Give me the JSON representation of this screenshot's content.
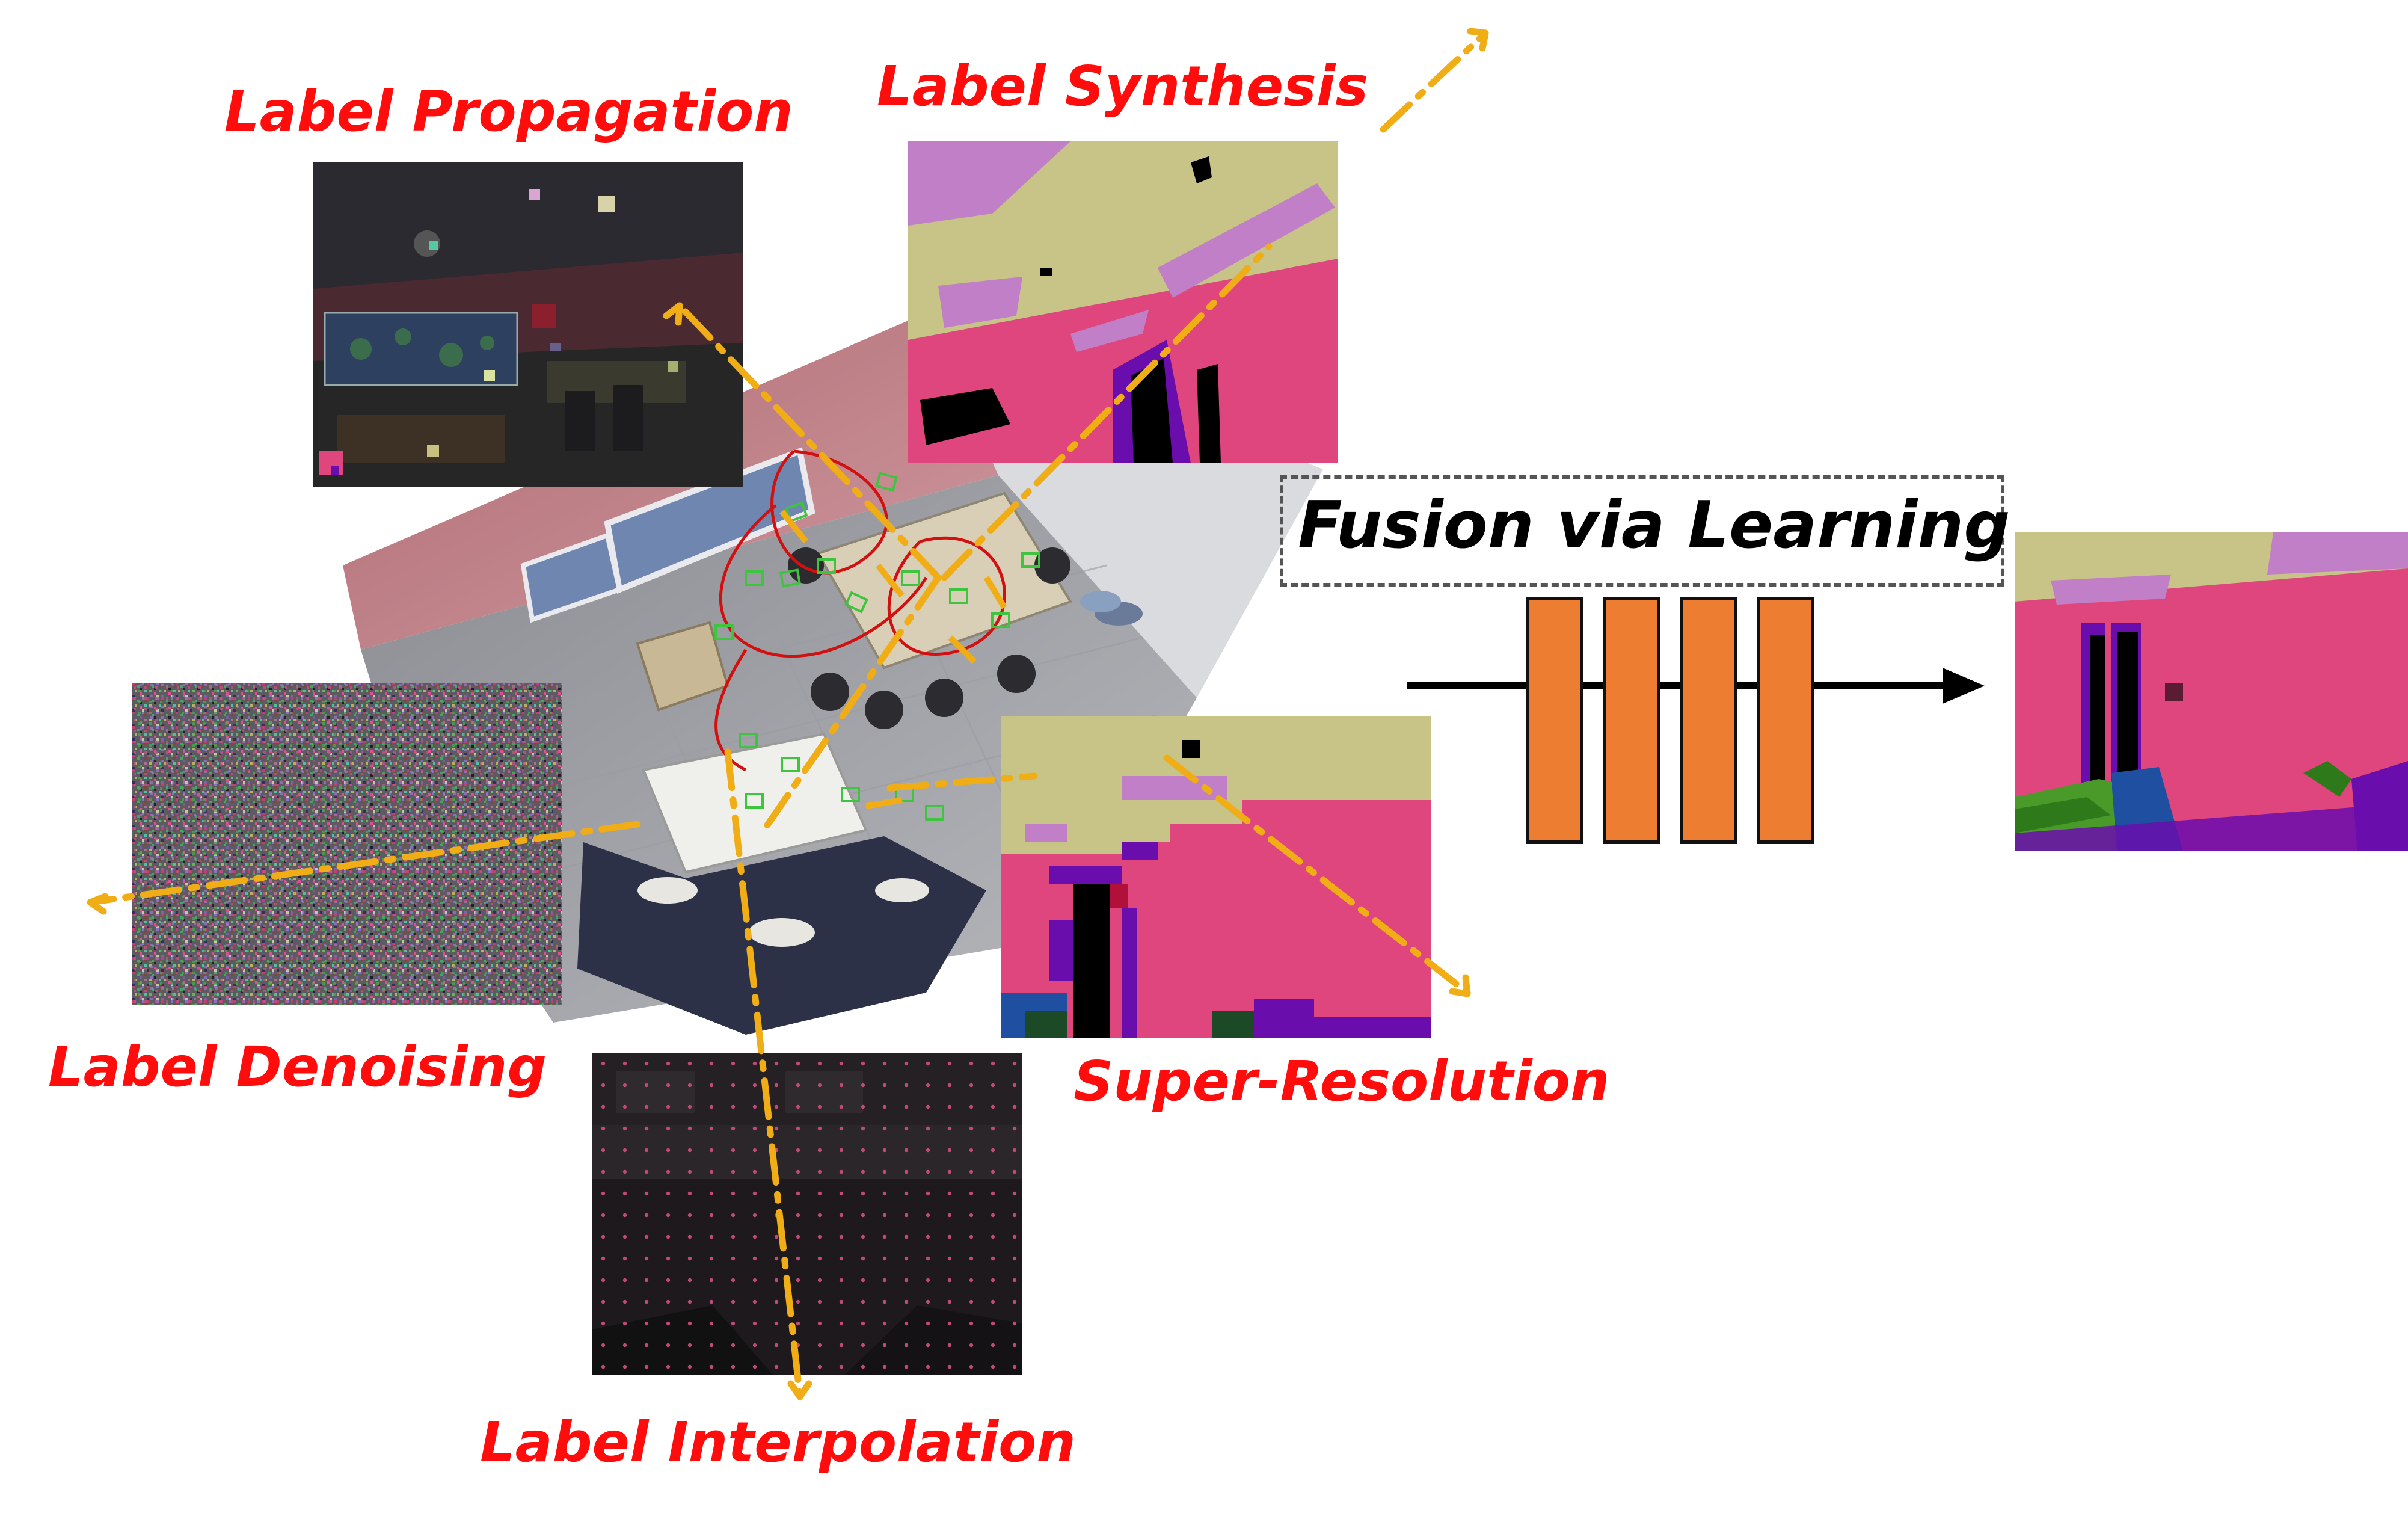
{
  "labels": {
    "propagation": "Label Propagation",
    "synthesis": "Label Synthesis",
    "denoising": "Label Denoising",
    "interpolation": "Label Interpolation",
    "super_resolution": "Super-Resolution",
    "fusion": "Fusion via Learning"
  },
  "colors": {
    "label_red": "#ff0d0d",
    "arrow_orange": "#f0ad16",
    "network_orange": "#ed7d31",
    "seg_pink": "#e0467e",
    "seg_beige": "#c8c387",
    "seg_lilac": "#c07fc6",
    "seg_purple": "#6a0dad",
    "trajectory_red": "#d21010",
    "camera_green": "#3ec43e"
  }
}
